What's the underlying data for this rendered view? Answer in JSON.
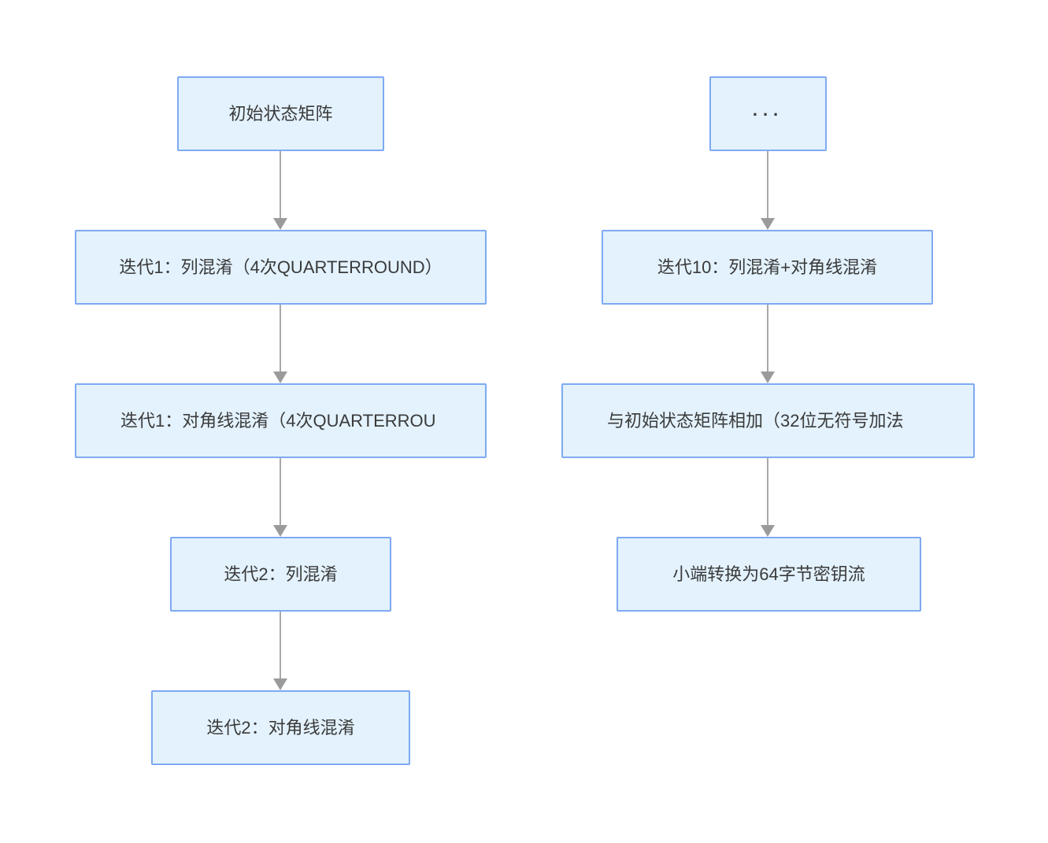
{
  "flowchart": {
    "description": "Two-column flowchart of cipher keystream generation iterations",
    "colors": {
      "node_fill": "#e3f2fd",
      "node_border": "#7fa9f2",
      "node_text": "#3a3a3a",
      "arrow": "#a9a9a9",
      "background": "#ffffff"
    },
    "left_column": {
      "nodes": [
        {
          "label": "初始状态矩阵"
        },
        {
          "label": "迭代1：列混淆（4次QUARTERROUND）"
        },
        {
          "label": "迭代1：对角线混淆（4次QUARTERROU"
        },
        {
          "label": "迭代2：列混淆"
        },
        {
          "label": "迭代2：对角线混淆"
        }
      ]
    },
    "right_column": {
      "nodes": [
        {
          "label": "..."
        },
        {
          "label": "迭代10：列混淆+对角线混淆"
        },
        {
          "label": "与初始状态矩阵相加（32位无符号加法"
        },
        {
          "label": "小端转换为64字节密钥流"
        }
      ]
    }
  }
}
